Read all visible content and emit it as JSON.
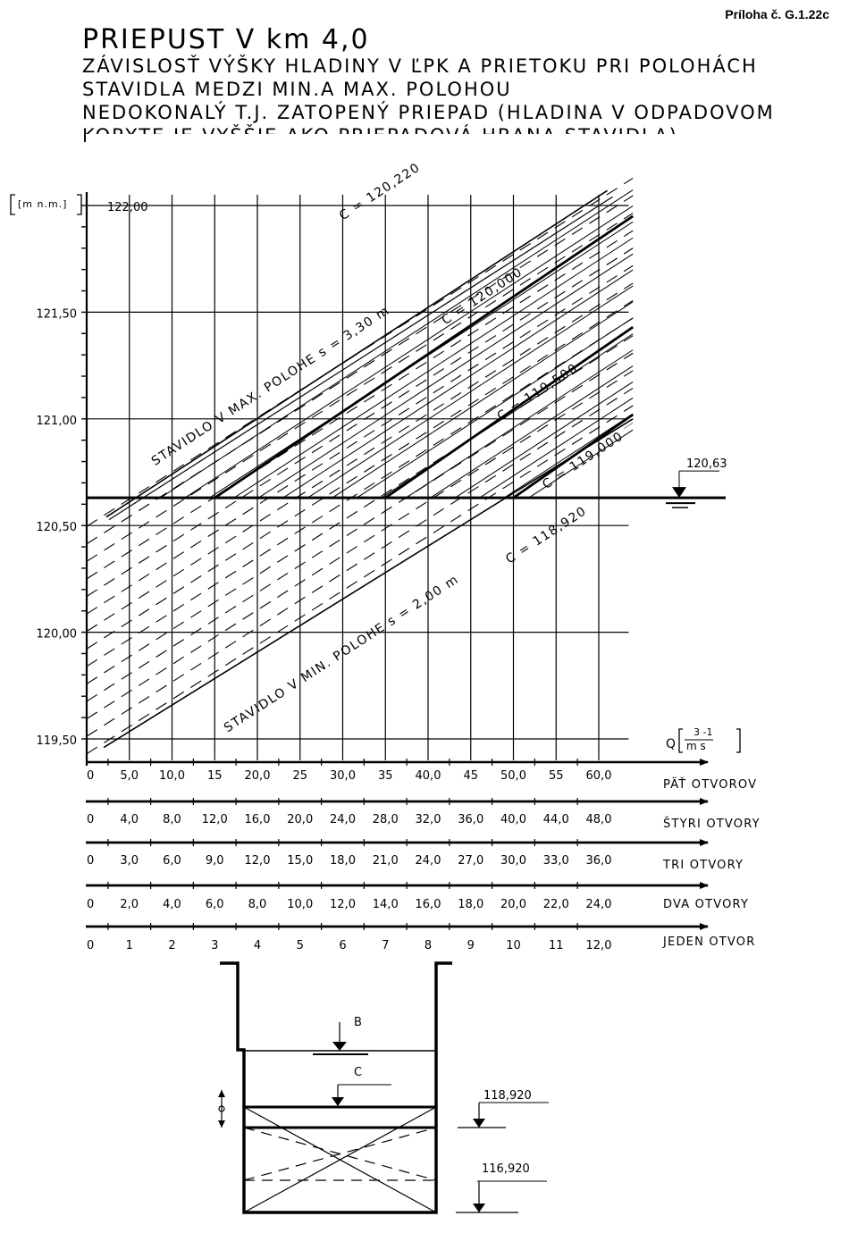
{
  "appendix": "Príloha č. G.1.22c",
  "title": "PRIEPUST V km 4,0",
  "subtitle_lines": [
    "ZÁVISLOSŤ VÝŠKY HLADINY V ĽPK A PRIETOKU PRI POLOHÁCH",
    "STAVIDLA MEDZI MIN.A MAX. POLOHOU",
    "NEDOKONALÝ T.J. ZATOPENÝ PRIEPAD (HLADINA V ODPADOVOM",
    "KORYTE JE VYŠŠIE AKO PRIEPADOVÁ HRANA STAVIDLA)"
  ],
  "chart_data": {
    "type": "line",
    "ylabel": "[m n.m.]",
    "y_ticks": [
      "119,50",
      "120,00",
      "120,50",
      "121,00",
      "121,50",
      "122,00"
    ],
    "y_tick_values": [
      119.5,
      120.0,
      120.5,
      121.0,
      121.5,
      122.0
    ],
    "ylim": [
      119.4,
      122.05
    ],
    "xlim": [
      0,
      62.5
    ],
    "x_unit_label": "Q",
    "x_unit_frac": [
      "3 -1",
      "m  s"
    ],
    "x_scales": [
      {
        "label": "PÄŤ OTVOROV",
        "factor": 1.0,
        "ticks": [
          "0",
          "5,0",
          "10,0",
          "15",
          "20,0",
          "25",
          "30,0",
          "35",
          "40,0",
          "45",
          "50,0",
          "55",
          "60,0"
        ]
      },
      {
        "label": "ŠTYRI OTVORY",
        "factor": 0.8,
        "ticks": [
          "0",
          "4,0",
          "8,0",
          "12,0",
          "16,0",
          "20,0",
          "24,0",
          "28,0",
          "32,0",
          "36,0",
          "40,0",
          "44,0",
          "48,0"
        ]
      },
      {
        "label": "TRI OTVORY",
        "factor": 0.6,
        "ticks": [
          "0",
          "3,0",
          "6,0",
          "9,0",
          "12,0",
          "15,0",
          "18,0",
          "21,0",
          "24,0",
          "27,0",
          "30,0",
          "33,0",
          "36,0"
        ]
      },
      {
        "label": "DVA OTVORY",
        "factor": 0.4,
        "ticks": [
          "0",
          "2,0",
          "4,0",
          "6,0",
          "8,0",
          "10,0",
          "12,0",
          "14,0",
          "16,0",
          "18,0",
          "20,0",
          "22,0",
          "24,0"
        ]
      },
      {
        "label": "JEDEN OTVOR",
        "factor": 0.2,
        "ticks": [
          "0",
          "1",
          "2",
          "3",
          "4",
          "5",
          "6",
          "7",
          "8",
          "9",
          "10",
          "11",
          "12,0"
        ]
      }
    ],
    "series": [
      {
        "name": "C = 120,220",
        "x": [
          2.3,
          61.0
        ],
        "y": [
          120.54,
          122.07
        ]
      },
      {
        "name": "C = 120,000",
        "x": [
          15.0,
          64.0
        ],
        "y": [
          120.63,
          121.95
        ]
      },
      {
        "name": "C = 119,500",
        "x": [
          35.0,
          64.0
        ],
        "y": [
          120.63,
          121.43
        ]
      },
      {
        "name": "C = 119,000",
        "x": [
          50.0,
          64.0
        ],
        "y": [
          120.63,
          121.02
        ]
      },
      {
        "name": "C = 118,920",
        "x": [
          2.0,
          64.0
        ],
        "y": [
          119.46,
          121.0
        ]
      }
    ],
    "boundaries": [
      {
        "label": "STAVIDLO V MAX. POLOHE  s = 3,30 m"
      },
      {
        "label": "STAVIDLO V MIN. POLOHE  s = 2,00 m"
      }
    ],
    "water_level": {
      "value": 120.63,
      "label": "120,63"
    }
  },
  "section": {
    "label_B": "B",
    "label_C": "C",
    "level_top": "118,920",
    "level_bottom": "116,920"
  }
}
